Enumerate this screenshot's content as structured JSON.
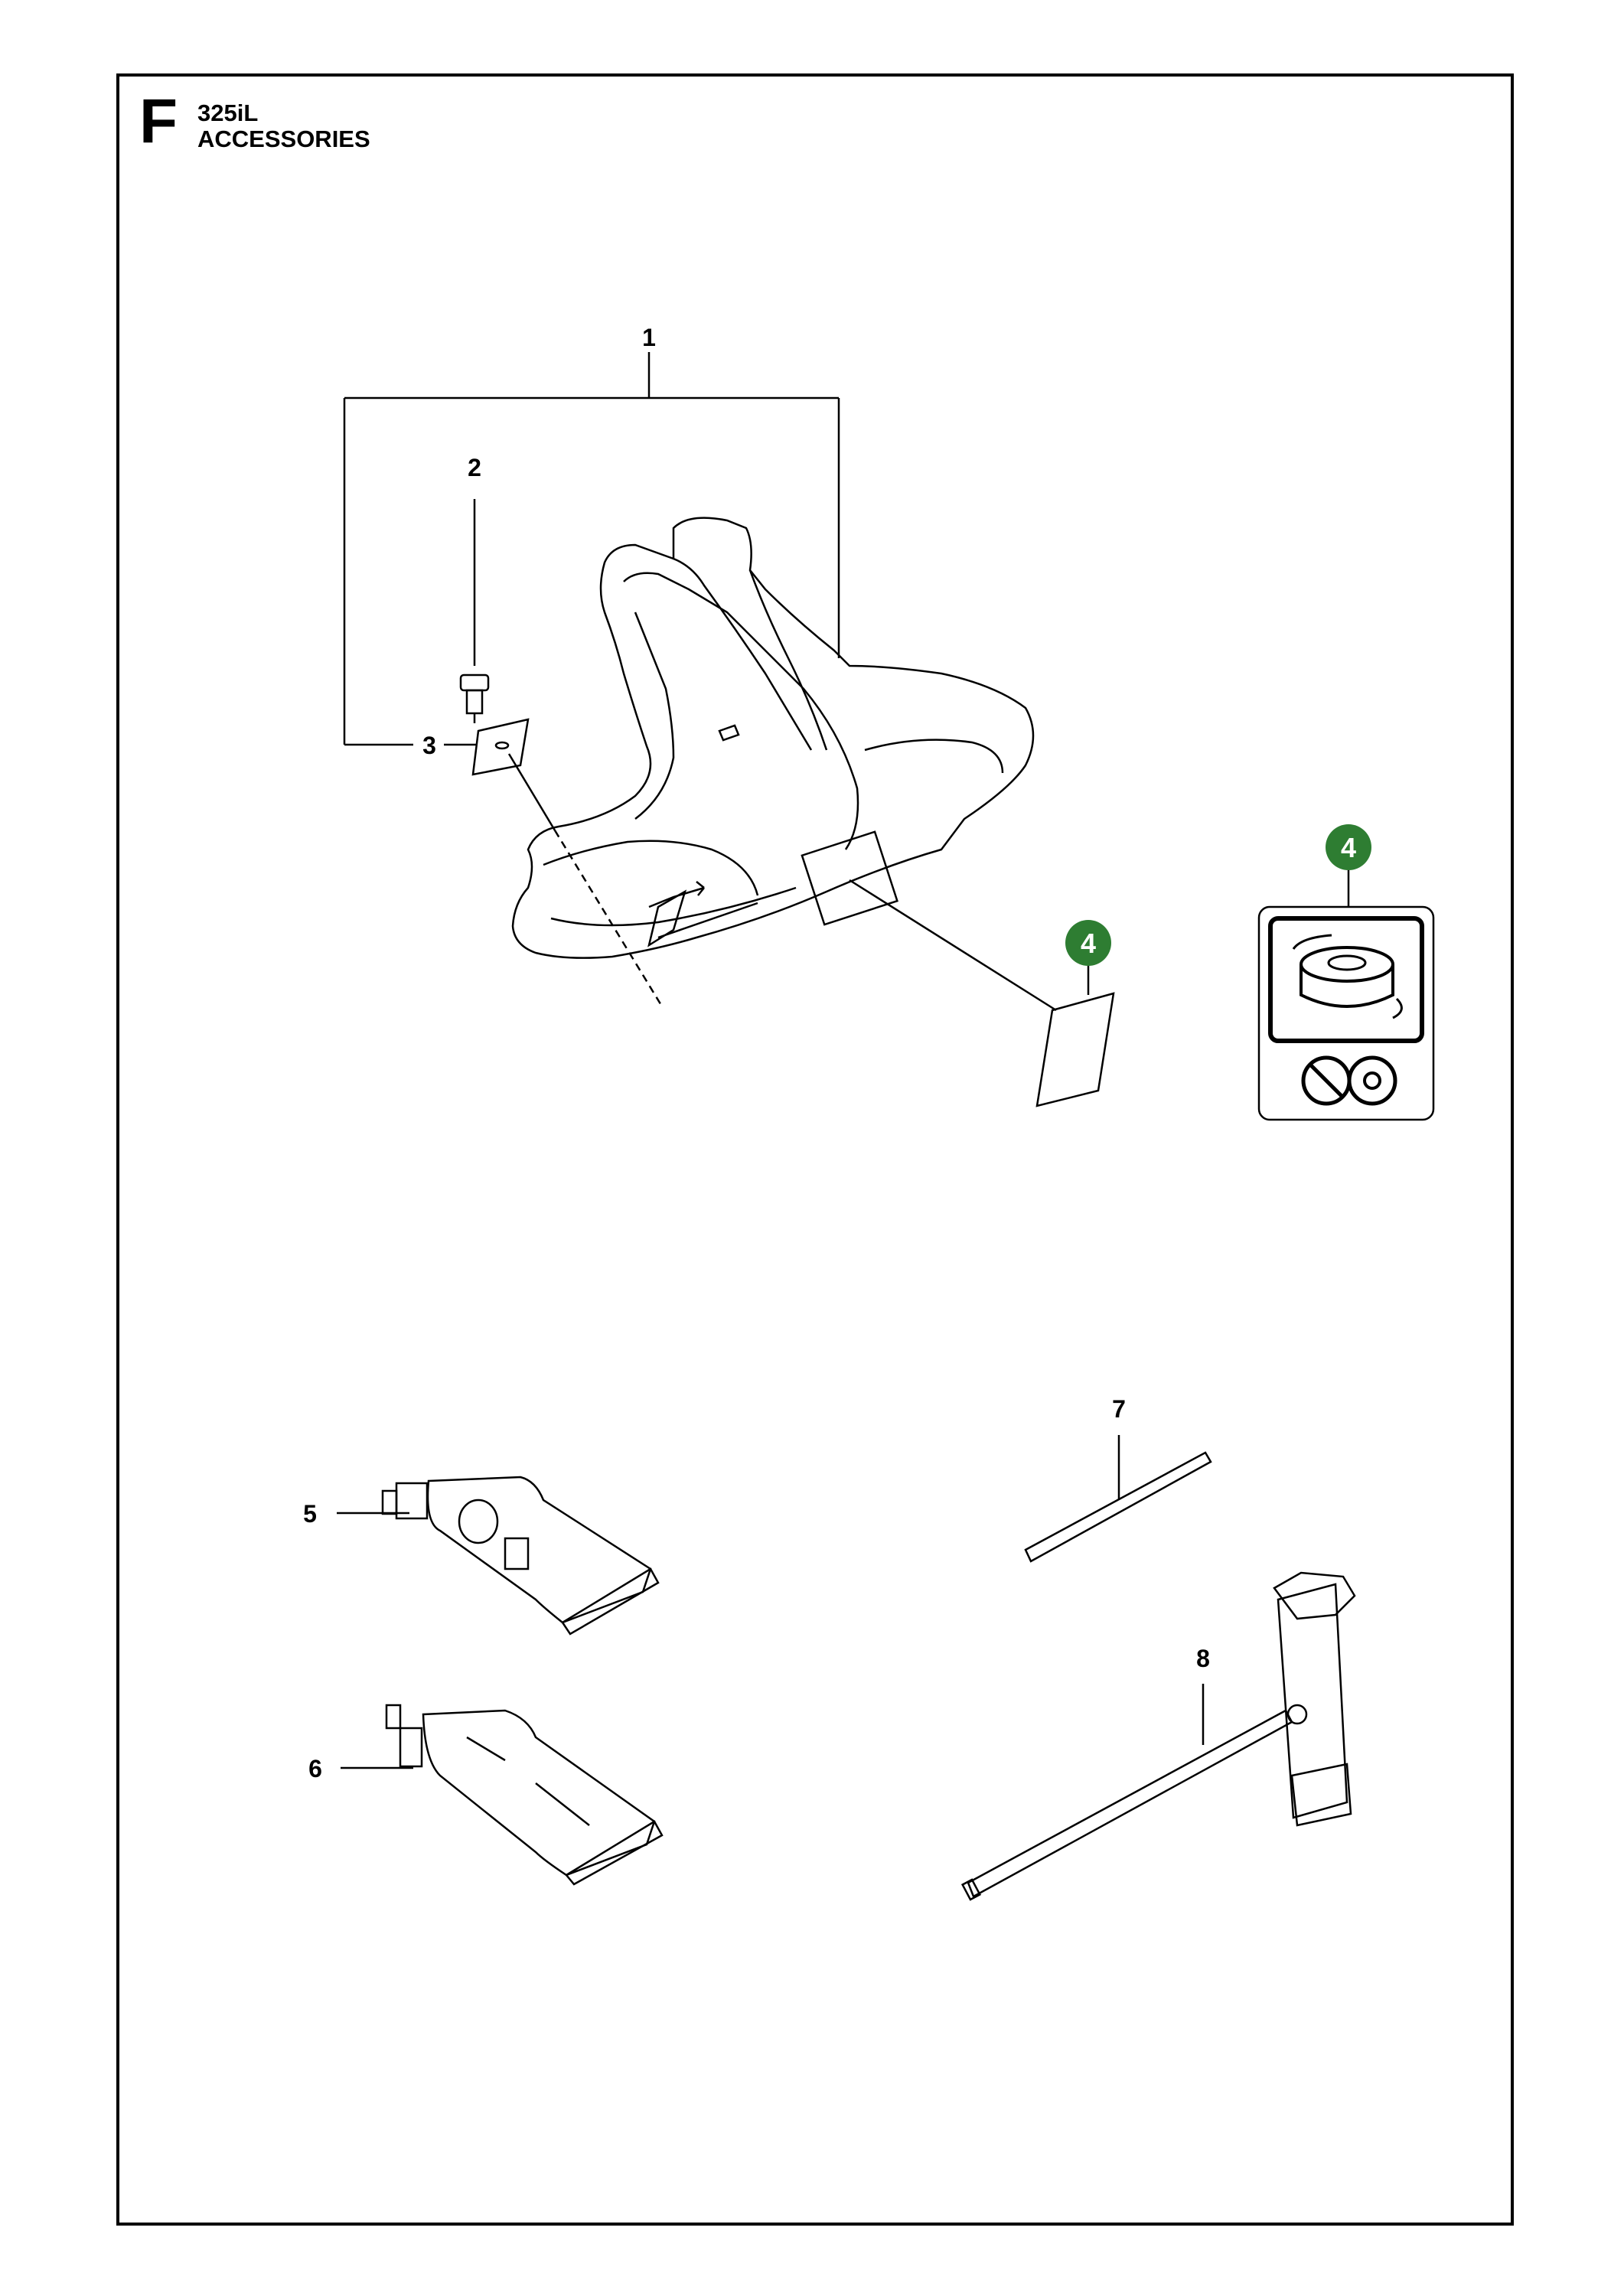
{
  "header": {
    "section_letter": "F",
    "model": "325iL",
    "subtitle": "ACCESSORIES"
  },
  "callouts": {
    "c1": "1",
    "c2": "2",
    "c3": "3",
    "c4a": "4",
    "c4b": "4",
    "c5": "5",
    "c6": "6",
    "c7": "7",
    "c8": "8"
  },
  "colors": {
    "badge_green": "#2e7d32",
    "line": "#000000"
  },
  "icons": [
    "trimmer-guard-icon",
    "screw-icon",
    "washer-icon",
    "decal-icon",
    "trimmer-head-label-icon",
    "grease-tube-icon",
    "rod-tool-icon",
    "socket-wrench-icon"
  ]
}
